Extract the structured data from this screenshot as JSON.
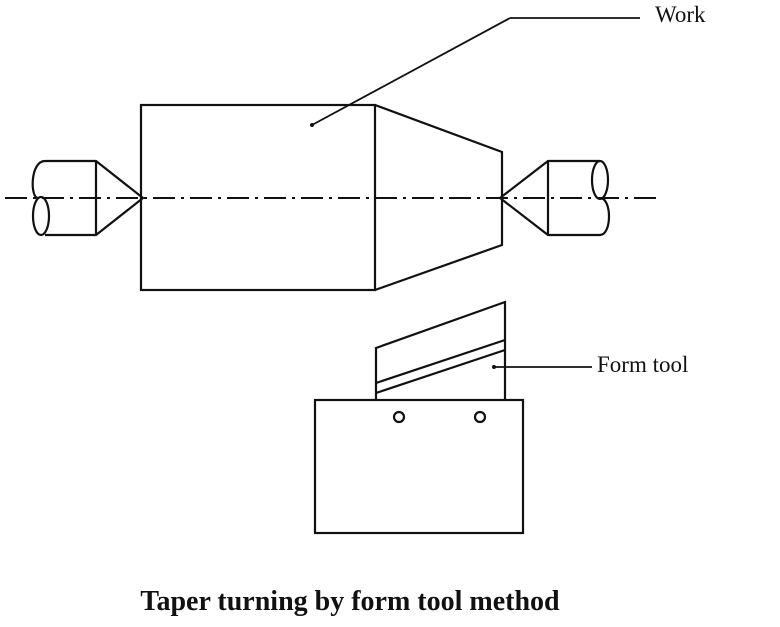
{
  "diagram": {
    "labels": {
      "work": "Work",
      "form_tool": "Form tool"
    },
    "caption": "Taper turning by form tool method",
    "colors": {
      "stroke": "#111111",
      "background": "#ffffff"
    }
  }
}
